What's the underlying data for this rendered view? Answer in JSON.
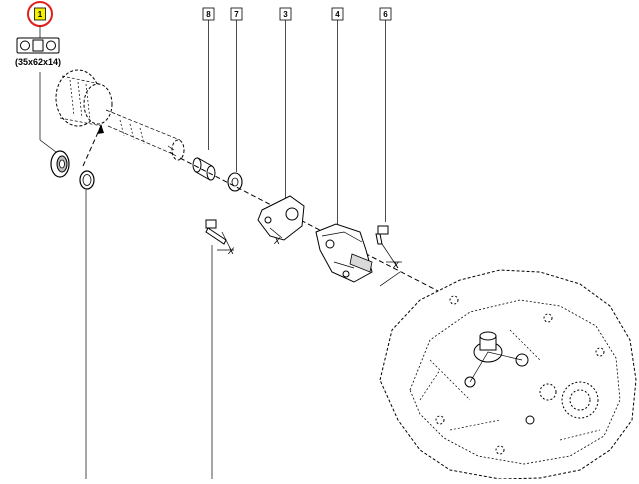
{
  "colors": {
    "highlight_circle": "#e0201b",
    "highlight_fill": "#f3f000",
    "line": "#000000",
    "background": "#ffffff"
  },
  "callouts": {
    "c1": "1",
    "c8": "8",
    "c7": "7",
    "c3": "3",
    "c4": "4",
    "c6": "6"
  },
  "seal_dimensions": "(35x62x14)",
  "x_marks": {
    "bolt_left": "X",
    "bracket": "X",
    "bolt_right": "X"
  },
  "icons": [
    "seal-symbol-icon"
  ]
}
